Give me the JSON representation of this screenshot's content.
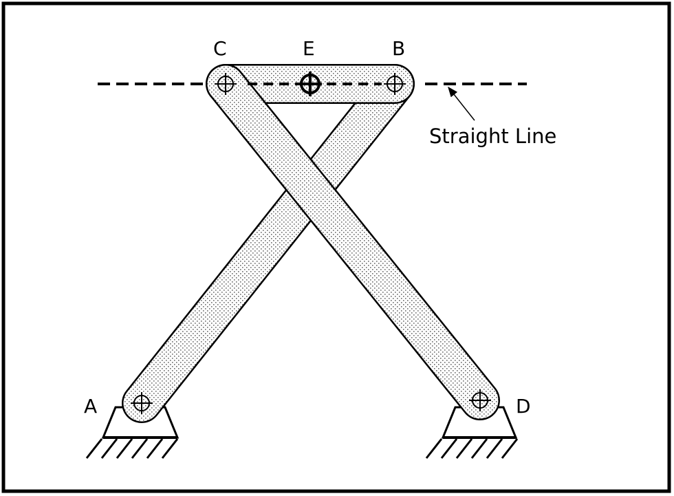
{
  "labels": {
    "a": "A",
    "b": "B",
    "c": "C",
    "d": "D",
    "e": "E"
  },
  "annotation": "Straight Line",
  "colors": {
    "ink": "#000000",
    "paper": "#ffffff",
    "stipple": "#6a6a6a"
  }
}
